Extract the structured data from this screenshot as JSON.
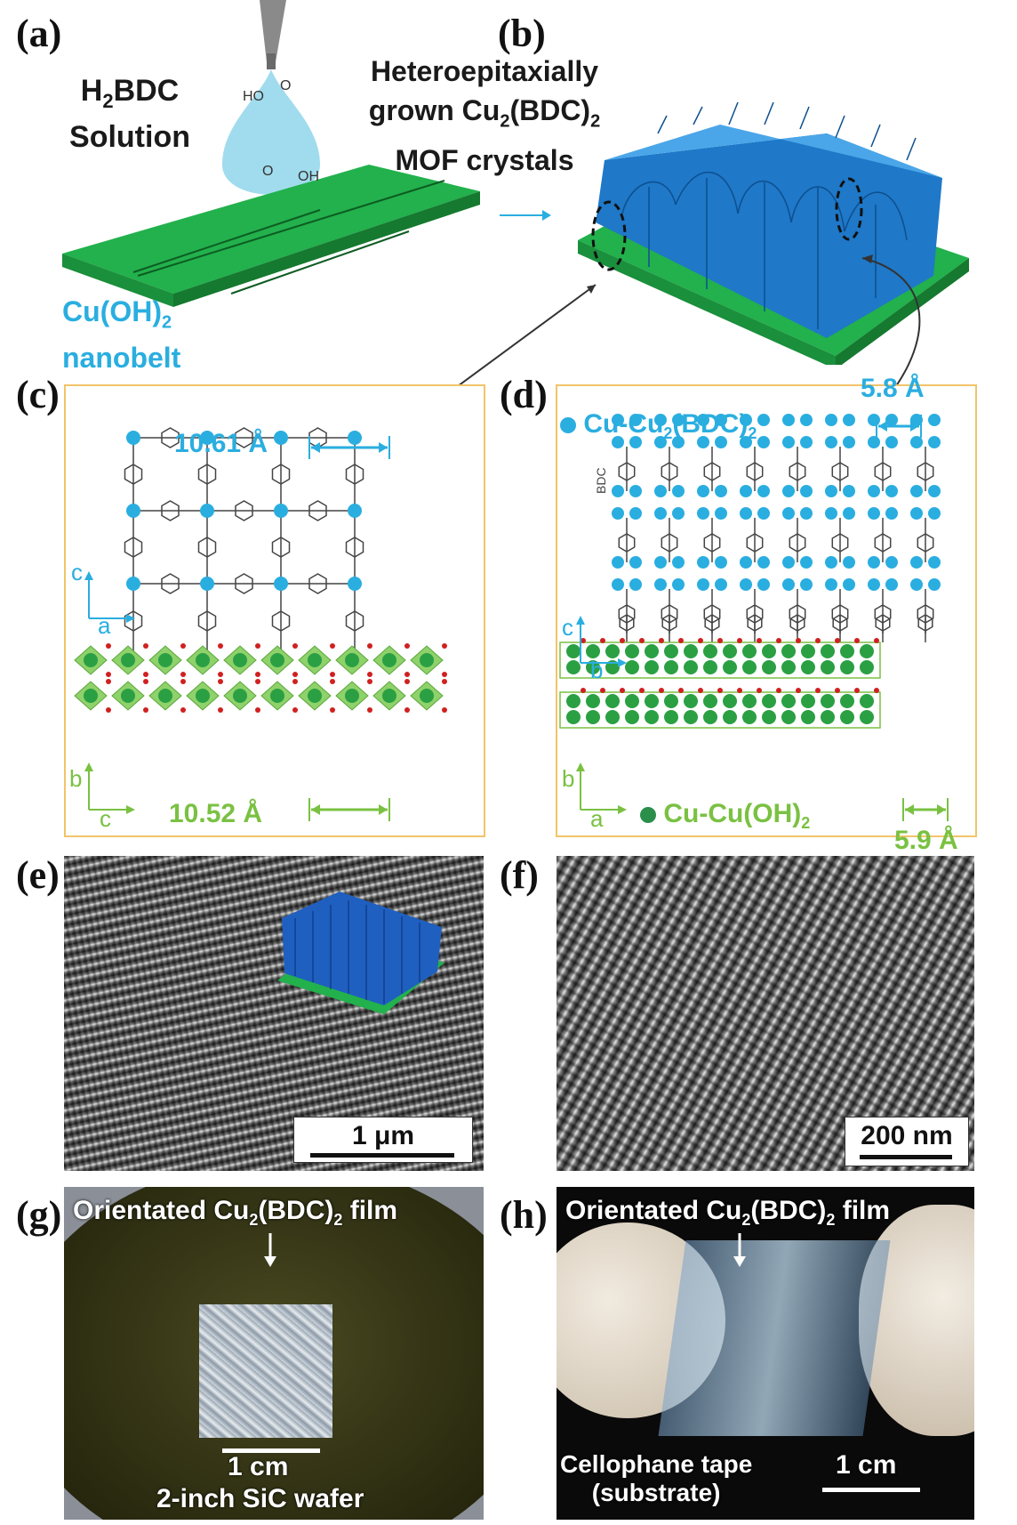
{
  "panels": {
    "a": {
      "label": "(a)",
      "solution_line1": "H",
      "solution_sub": "2",
      "solution_line1b": "BDC",
      "solution_line2": "Solution",
      "substrate_line1": "Cu(OH)",
      "substrate_sub": "2",
      "substrate_line2": "nanobelt",
      "ho_label": "HO",
      "oh_label": "OH",
      "o_top": "O",
      "o_bottom": "O"
    },
    "b": {
      "label": "(b)",
      "title_line1": "Heteroepitaxially",
      "title_line2a": "grown Cu",
      "title_sub1": "2",
      "title_line2b": "(BDC)",
      "title_sub2": "2",
      "title_line3": "MOF crystals"
    },
    "c": {
      "label": "(c)",
      "top_spacing": "10.61 Å",
      "bottom_spacing": "10.52 Å",
      "axis_top_v": "c",
      "axis_top_h": "a",
      "axis_bot_v": "b",
      "axis_bot_h": "c"
    },
    "d": {
      "label": "(d)",
      "legend_top_a": "Cu-Cu",
      "legend_top_sub1": "2",
      "legend_top_b": "(BDC)",
      "legend_top_sub2": "2",
      "top_spacing": "5.8 Å",
      "bdc_label": "BDC",
      "axis_top_v": "c",
      "axis_top_h": "b",
      "axis_bot_v": "b",
      "axis_bot_h": "a",
      "legend_bot_a": "Cu-Cu(OH)",
      "legend_bot_sub": "2",
      "bottom_spacing": "5.9 Å"
    },
    "e": {
      "label": "(e)",
      "scale": "1 μm"
    },
    "f": {
      "label": "(f)",
      "scale": "200 nm"
    },
    "g": {
      "label": "(g)",
      "film_a": "Orientated Cu",
      "film_sub1": "2",
      "film_b": "(BDC)",
      "film_sub2": "2",
      "film_c": " film",
      "scale": "1 cm",
      "wafer": "2-inch SiC wafer"
    },
    "h": {
      "label": "(h)",
      "film_a": "Orientated Cu",
      "film_sub1": "2",
      "film_b": "(BDC)",
      "film_sub2": "2",
      "film_c": " film",
      "tape_line1": "Cellophane tape",
      "tape_line2": "(substrate)",
      "scale": "1 cm"
    }
  },
  "colors": {
    "cyan": "#2aaee0",
    "green": "#7ac142",
    "mof_blue": "#1f78c8",
    "substrate_green": "#22b14c",
    "box_border": "#f2c46a"
  }
}
